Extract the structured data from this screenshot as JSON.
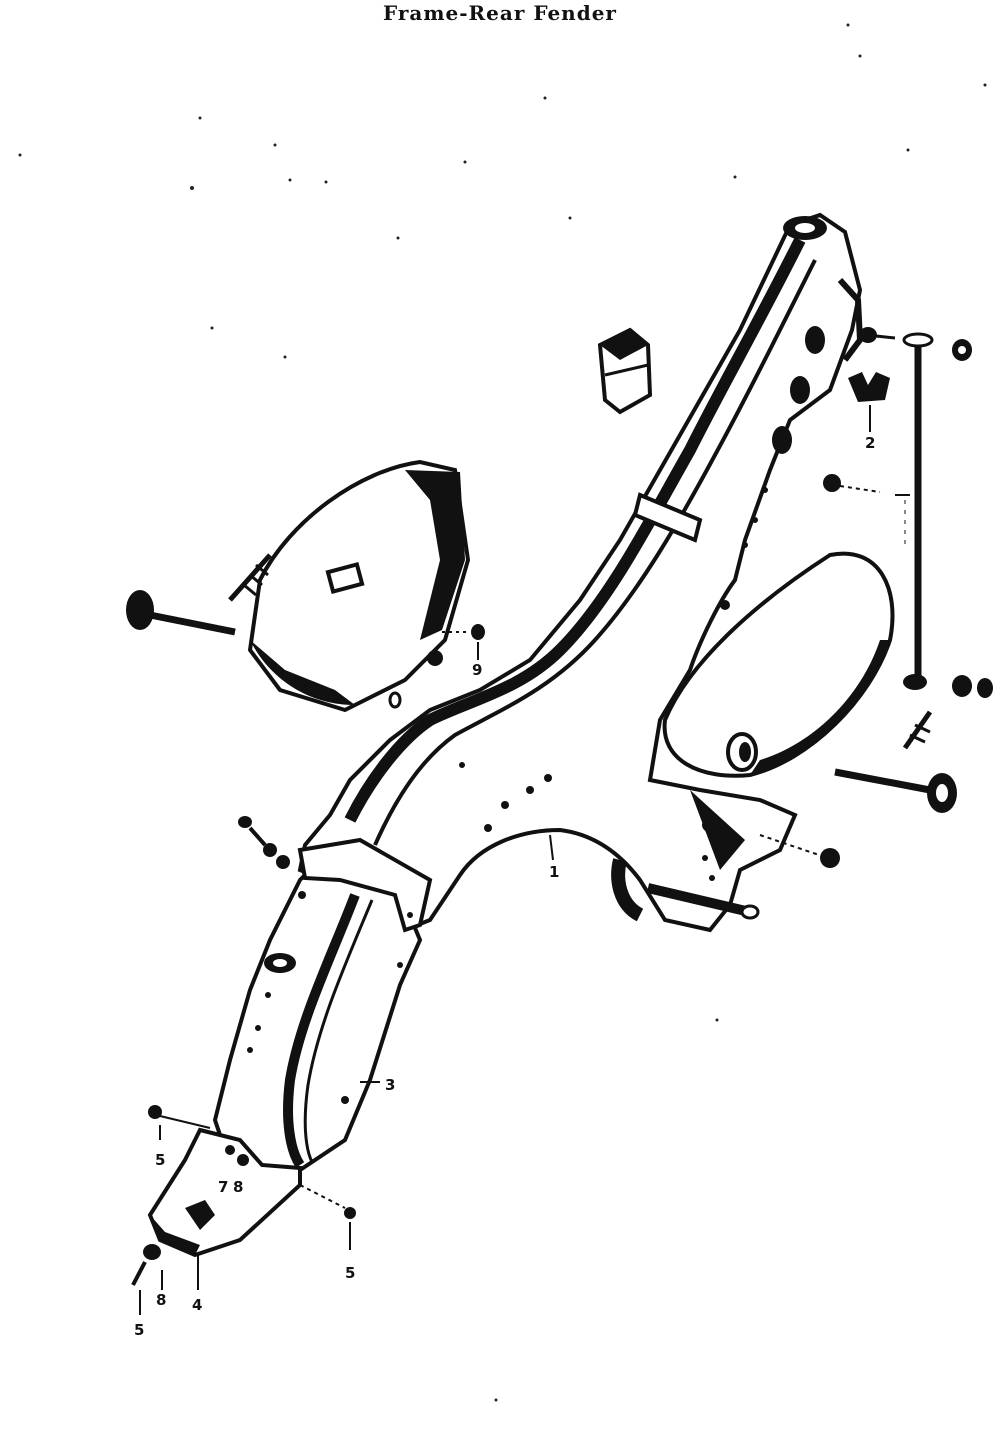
{
  "title": "Frame-Rear Fender",
  "callouts": {
    "c1": "1",
    "c2": "2",
    "c3": "3",
    "c4": "4",
    "c5a": "5",
    "c5b": "5",
    "c5c": "5",
    "c7": "7",
    "c8a": "8",
    "c8b": "8",
    "c9": "9"
  }
}
